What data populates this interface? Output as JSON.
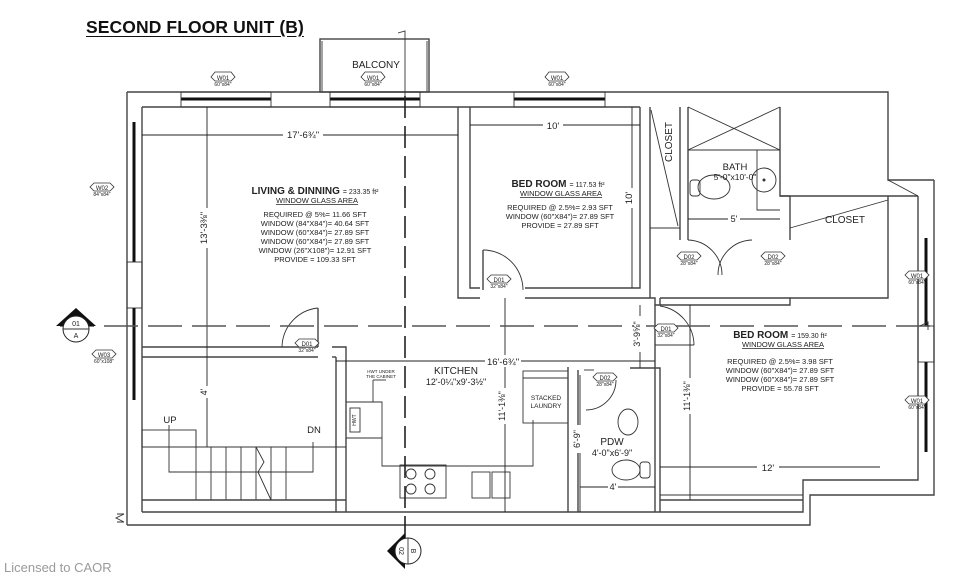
{
  "title": "SECOND FLOOR UNIT (B)",
  "watermark": "Licensed to CAOR",
  "rooms": {
    "living": {
      "name": "LIVING & DINNING",
      "area": "= 233.35 ft²",
      "subheading": "WINDOW GLASS AREA",
      "lines": [
        "REQUIRED @ 5%= 11.66 SFT",
        "WINDOW (84\"X84\")= 40.64 SFT",
        "WINDOW (60\"X84\")= 27.89 SFT",
        "WINDOW (60\"X84\")= 27.89 SFT",
        "WINDOW (26\"X108\")= 12.91 SFT",
        "PROVIDE = 109.33 SFT"
      ]
    },
    "bedroom1": {
      "name": "BED ROOM",
      "area": "= 117.53 ft²",
      "subheading": "WINDOW GLASS AREA",
      "lines": [
        "REQUIRED @ 2.5%= 2.93 SFT",
        "WINDOW (60\"X84\")= 27.89 SFT",
        "PROVIDE = 27.89 SFT"
      ]
    },
    "bedroom2": {
      "name": "BED ROOM",
      "area": "= 159.30 ft²",
      "subheading": "WINDOW GLASS AREA",
      "lines": [
        "REQUIRED @ 2.5%= 3.98 SFT",
        "WINDOW (60\"X84\")= 27.89 SFT",
        "WINDOW (60\"X84\")= 27.89 SFT",
        "PROVIDE = 55.78 SFT"
      ]
    },
    "bath": {
      "name": "BATH",
      "size": "5'-0\"x10'-0\""
    },
    "kitchen": {
      "name": "KITCHEN",
      "size": "12'-0¼\"x9'-3½\""
    },
    "pdw": {
      "name": "PDW",
      "size": "4'-0\"x6'-9\""
    },
    "balcony": {
      "name": "BALCONY"
    },
    "closet1": {
      "name": "CLOSET"
    },
    "closet2": {
      "name": "CLOSET"
    },
    "laundry": {
      "line1": "STACKED",
      "line2": "LAUNDRY"
    },
    "hwt_note": {
      "line1": "HWT UNDER",
      "line2": "THE CABINET"
    },
    "hwt": {
      "label": "HWT"
    },
    "stairs": {
      "up": "UP",
      "dn": "DN"
    }
  },
  "windows": {
    "w01_top_left": {
      "tag": "W01",
      "size": "60\"x84\""
    },
    "w01_balcony": {
      "tag": "W01",
      "size": "60\"x84\""
    },
    "w01_top_bed": {
      "tag": "W01",
      "size": "60\"x84\""
    },
    "w02_left": {
      "tag": "W02",
      "size": "84\"x84\""
    },
    "w03_left": {
      "tag": "W03",
      "size": "60\"x108\""
    },
    "w01_right_upper": {
      "tag": "W01",
      "size": "60\"x84\""
    },
    "w01_right_lower": {
      "tag": "W01",
      "size": "60\"x84\""
    }
  },
  "doors": {
    "d01_living": {
      "tag": "D01",
      "size": "32\"x84\""
    },
    "d01_bedroom1": {
      "tag": "D01",
      "size": "32\"x84\""
    },
    "d01_bedroom2": {
      "tag": "D01",
      "size": "32\"x84\""
    },
    "d02_bath": {
      "tag": "D02",
      "size": "28\"x84\""
    },
    "d02_closet": {
      "tag": "D02",
      "size": "28\"x84\""
    },
    "d02_pdw": {
      "tag": "D02",
      "size": "28\"x84\""
    }
  },
  "dimensions": {
    "living_width": "17'-6¾\"",
    "living_height": "13'-3⅜\"",
    "bed1_width": "10'",
    "bed1_height": "10'",
    "bath_width": "5'",
    "hall_width": "3'-9⅝\"",
    "kitchen_width": "16'-6¾\"",
    "kitchen_height": "11'-1⅜\"",
    "stair_landing": "4'",
    "pdw_height": "6'-9\"",
    "pdw_width": "4'",
    "bed2_width": "12'",
    "bed2_height": "11'-1⅜\""
  },
  "section_markers": {
    "a": {
      "number": "01",
      "letter": "A"
    },
    "b": {
      "number": "02",
      "letter": "B"
    }
  }
}
